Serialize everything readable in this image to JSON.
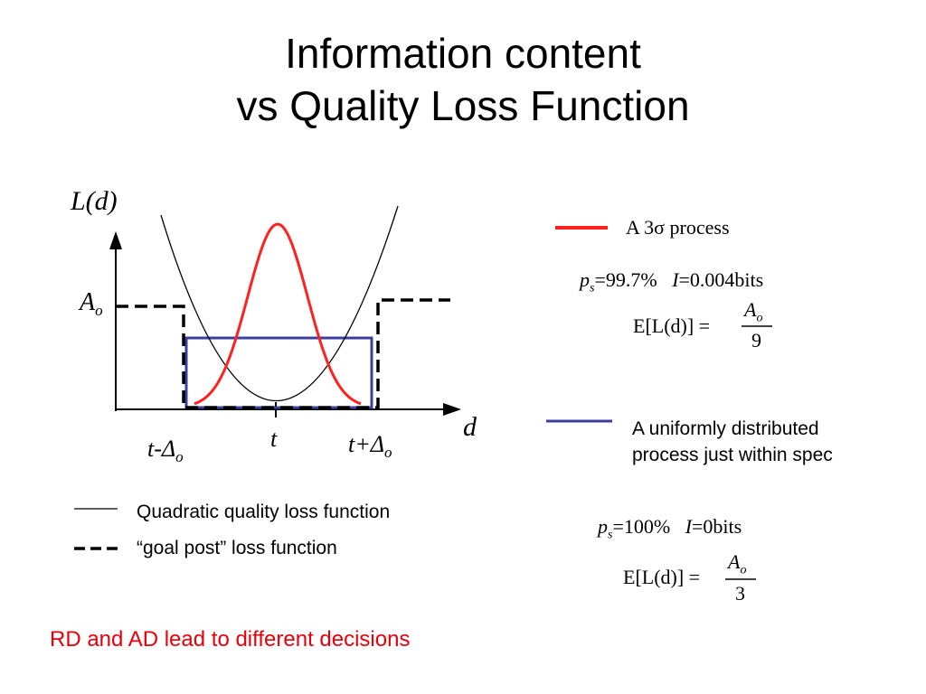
{
  "title": {
    "line1": "Information content",
    "line2": "vs Quality Loss Function"
  },
  "axes": {
    "y_label": "L(d)",
    "x_label": "d",
    "level_label": "A",
    "level_sub": "o",
    "tick_left": "t-Δ",
    "tick_left_sub": "o",
    "tick_center": "t",
    "tick_right": "t+Δ",
    "tick_right_sub": "o"
  },
  "legend": {
    "solid": "Quadratic quality loss function",
    "dashed": "“goal post” loss function"
  },
  "process_3sigma": {
    "label": "A 3σ process",
    "ps": "p",
    "ps_sub": "s",
    "ps_value": "=99.7%",
    "info": "I",
    "info_value": "=0.004bits",
    "expect_lhs": "E[L(d)] =",
    "num": "A",
    "num_sub": "o",
    "den": "9",
    "color": "#ff2020"
  },
  "process_uniform": {
    "label": "A uniformly distributed process just within spec",
    "ps": "p",
    "ps_sub": "s",
    "ps_value": "=100%",
    "info": "I",
    "info_value": "=0bits",
    "expect_lhs": "E[L(d)] =",
    "num": "A",
    "num_sub": "o",
    "den": "3",
    "color": "#3b3fa0"
  },
  "footer": {
    "text": "RD and AD lead to different decisions",
    "color": "#e8000b"
  }
}
